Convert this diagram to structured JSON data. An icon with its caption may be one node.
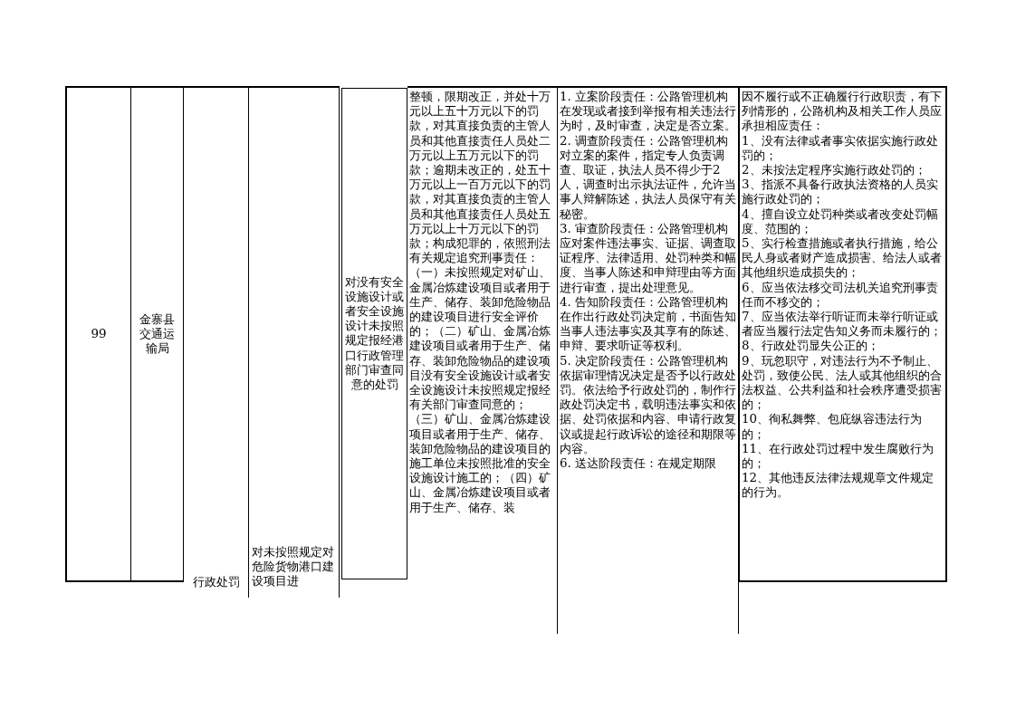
{
  "diagram": {
    "labels": [
      "99",
      "金寨县交通运输局",
      "行政处罚",
      "对未按照规定对危险货物港口建设项目进",
      "对没有安全设施设计或者安全设施设计未按照规定报经港口行政管理部门审查同意的处罚",
      "整顿，限期改正，并处十万元以上五十万元以下的罚款，对其直接负责的主管人员和其他直接责任人员处二万元以上五万元以下的罚款；逾期未改正的，处五十万元以上一百万元以下的罚款，对其直接负责的主管人员和其他直接责任人员处五万元以上十万元以下的罚款；构成犯罪的，依照刑法有关规定追究刑事责任：",
      "（一）未按照规定对矿山、金属冶炼建设项目或者用于生产、储存、装卸危险物品的建设项目进行安全评价的；（二）矿山、金属冶炼建设项目或者用于生产、储存、装卸危险物品的建设项目没有安全设施设计或者安全设施设计未按照规定报经有关部门审查同意的；（三）矿山、金属冶炼建设项目或者用于生产、储存、装卸危险物品的建设项目的施工单位未按照批准的安全设施设计施工的；（四）矿山、金属冶炼建设项目或者用于生产、储存、装",
      "1. 立案阶段责任：公路管理机构在发现或者接到举报有相关违法行为时，及时审查，决定是否立案。",
      "2. 调查阶段责任：公路管理机构对立案的案件，指定专人负责调查、取证，执法人员不得少于2人，调查时出示执法证件，允许当事人辩解陈述，执法人员保守有关秘密。",
      "3. 审查阶段责任：公路管理机构应对案件违法事实、证据、调查取证程序、法律适用、处罚种类和幅度、当事人陈述和申辩理由等方面进行审查，提出处理意见。",
      "4. 告知阶段责任：公路管理机构在作出行政处罚决定前，书面告知当事人违法事实及其享有的陈述、申辩、要求听证等权利。",
      "5. 决定阶段责任：公路管理机构依据审理情况决定是否予以行政处罚。依法给予行政处罚的，制作行政处罚决定书，载明违法事实和依据、处罚依据和内容、申请行政复议或提起行政诉讼的途径和期限等内容。",
      "6. 送达阶段责任：在规定期限",
      "因不履行或不正确履行行政职责，有下列情形的，公路机构及相关工作人员应承担相应责任：",
      "1、没有法律或者事实依据实施行政处罚的；",
      "2、未按法定程序实施行政处罚的；",
      "3、指派不具备行政执法资格的人员实施行政处罚的；",
      "4、擅自设立处罚种类或者改变处罚幅度、范围的；",
      "5、实行检查措施或者执行措施，给公民人身或者财产造成损害、给法人或者其他组织造成损失的；",
      "6、应当依法移交司法机关追究刑事责任而不移交的；",
      "7、应当依法举行听证而未举行听证或者应当履行法定告知义务而未履行的；",
      "8、行政处罚显失公正的；",
      "9、玩忽职守，对违法行为不予制止、处罚，致使公民、法人或其他组织的合法权益、公共利益和社会秩序遭受损害的；",
      "10、徇私舞弊、包庇纵容违法行为的；",
      "11、在行政处罚过程中发生腐败行为的；",
      "12、其他违反法律法规规章文件规定的行为。"
    ]
  }
}
